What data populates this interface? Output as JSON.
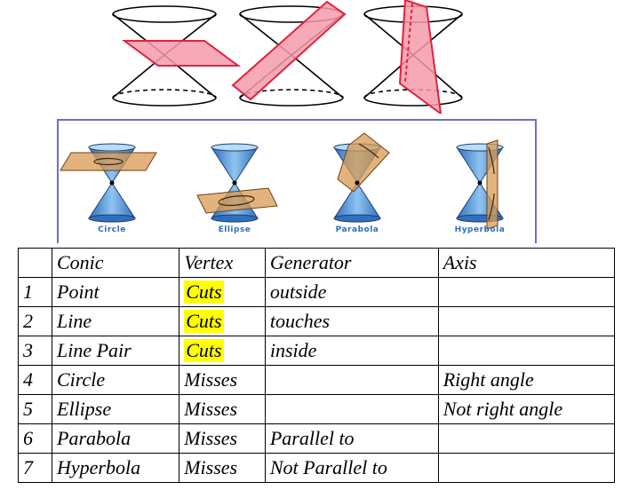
{
  "panel": {
    "captions": [
      "Circle",
      "Ellipse",
      "Parabola",
      "Hyperbola"
    ]
  },
  "table": {
    "headers": [
      "",
      "Conic",
      "Vertex",
      "Generator",
      "Axis"
    ],
    "rows": [
      {
        "n": "1",
        "conic": "Point",
        "vertex": "Cuts",
        "generator": "outside",
        "axis": ""
      },
      {
        "n": "2",
        "conic": "Line",
        "vertex": "Cuts",
        "generator": "touches",
        "axis": ""
      },
      {
        "n": "3",
        "conic": "Line Pair",
        "vertex": "Cuts",
        "generator": "inside",
        "axis": ""
      },
      {
        "n": "4",
        "conic": "Circle",
        "vertex": "Misses",
        "generator": "",
        "axis": "Right angle"
      },
      {
        "n": "5",
        "conic": "Ellipse",
        "vertex": "Misses",
        "generator": "",
        "axis": "Not right angle"
      },
      {
        "n": "6",
        "conic": "Parabola",
        "vertex": "Misses",
        "generator": "Parallel to",
        "axis": ""
      },
      {
        "n": "7",
        "conic": "Hyperbola",
        "vertex": "Misses",
        "generator": "Not Parallel to",
        "axis": ""
      }
    ],
    "highlight_color": "#ffff00"
  }
}
